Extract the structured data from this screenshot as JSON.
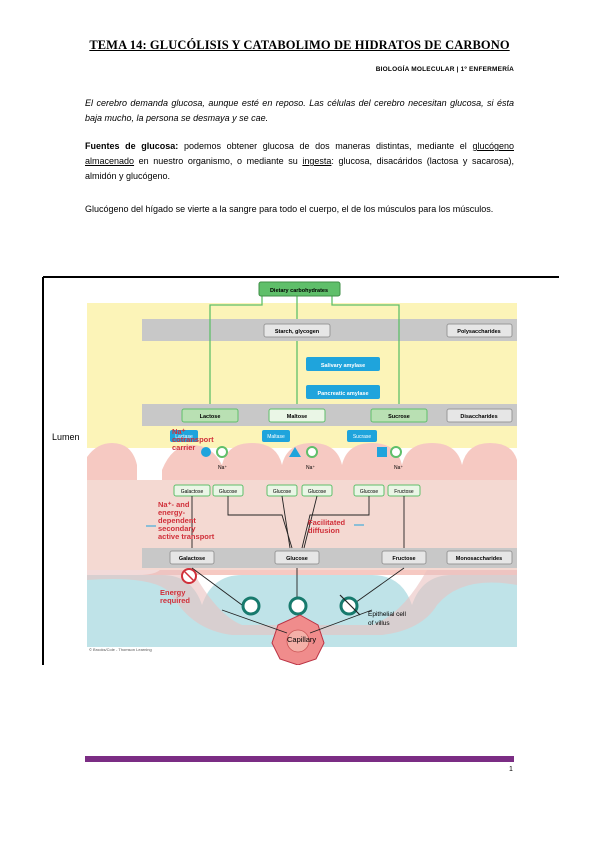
{
  "title": "TEMA 14: GLUCÓLISIS Y CATABOLIMO DE HIDRATOS DE CARBONO",
  "header_right": "BIOLOGÍA MOLECULAR | 1º ENFERMERÍA",
  "p1": "El cerebro demanda glucosa, aunque esté en reposo. Las células del cerebro necesitan glucosa, si ésta baja mucho, la persona se desmaya y se cae.",
  "p2": {
    "label": "Fuentes de glucosa:",
    "t1": " podemos obtener glucosa de dos maneras distintas, mediante el ",
    "u1": "glucógeno almacenado",
    "t2": " en nuestro organismo, o mediante su ",
    "u2": "ingesta",
    "t3": ": glucosa, disacáridos (lactosa y sacarosa), almidón y glucógeno."
  },
  "p3": "Glucógeno del hígado se vierte a la sangre para todo el cuerpo, el de los músculos para los músculos.",
  "figure": {
    "dietary": "Dietary carbohydrates",
    "starch": "Starch, glycogen",
    "polysaccharides": "Polysaccharides",
    "salivary": "Salivary amylase",
    "pancreatic": "Pancreatic amylase",
    "lactose": "Lactose",
    "maltose": "Maltose",
    "sucrose": "Sucrose",
    "disaccharides": "Disaccharides",
    "lumen": "Lumen",
    "lactase": "Lactase",
    "maltase": "Maltase",
    "sucrase": "Sucrase",
    "na_cotransport_1": "Na⁺",
    "na_cotransport_2": "cotransport",
    "na_cotransport_3": "carrier",
    "na_small": "Na⁺",
    "galactose_s": "Galactose",
    "glucose_s": "Glucose",
    "fructose_s": "Fructose",
    "energy_dep_1": "Na⁺- and",
    "energy_dep_2": "energy-",
    "energy_dep_3": "dependent",
    "energy_dep_4": "secondary",
    "energy_dep_5": "active transport",
    "facilitated_1": "Facilitated",
    "facilitated_2": "diffusion",
    "galactose": "Galactose",
    "glucose": "Glucose",
    "fructose": "Fructose",
    "monosaccharides": "Monosaccharides",
    "energy_req_1": "Energy",
    "energy_req_2": "required",
    "epithelial_1": "Epithelial cell",
    "epithelial_2": "of villus",
    "capillary": "Capillary",
    "credit": "© Brooks/Cole - Thomson Learning"
  },
  "page_number": "1",
  "colors": {
    "accent_bar": "#7b2d84",
    "label_red": "#d0303a",
    "box_blue": "#1fa4dc",
    "box_green": "#5fbf6a"
  }
}
